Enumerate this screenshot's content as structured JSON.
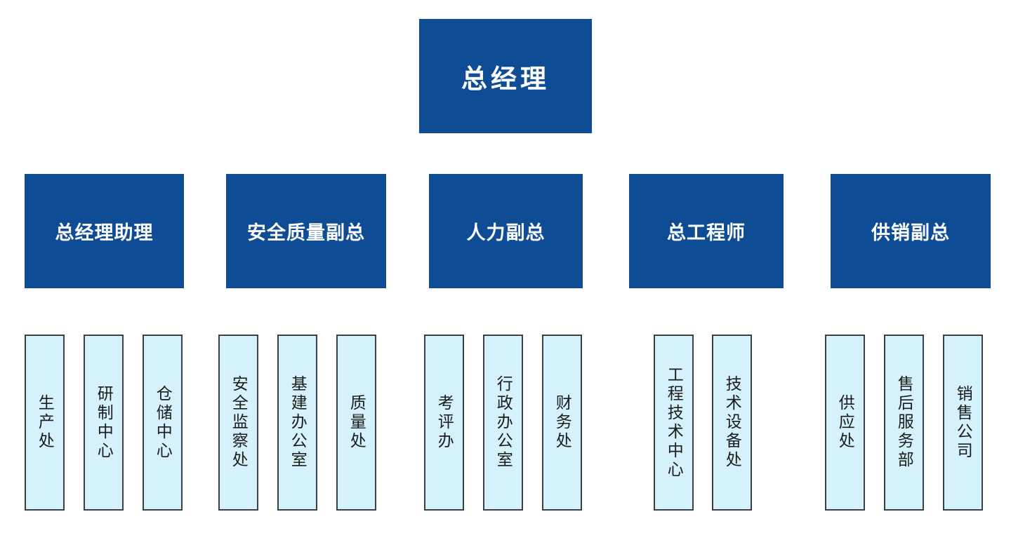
{
  "chart_title": "总经理",
  "colors": {
    "executive_fill": "#0E4C96",
    "executive_text": "#FFFFFF",
    "department_fill": "#D5F1FB",
    "department_border": "#3B4044",
    "department_text": "#1C1C1C",
    "background": "#FFFFFF"
  },
  "levels": {
    "top": {
      "label": "总经理"
    },
    "divisions": [
      {
        "label": "总经理助理"
      },
      {
        "label": "安全质量副总"
      },
      {
        "label": "人力副总"
      },
      {
        "label": "总工程师"
      },
      {
        "label": "供销副总"
      }
    ],
    "departments": [
      [
        {
          "label": "生产处"
        },
        {
          "label": "研制中心"
        },
        {
          "label": "仓储中心"
        }
      ],
      [
        {
          "label": "安全监察处"
        },
        {
          "label": "基建办公室"
        },
        {
          "label": "质量处"
        }
      ],
      [
        {
          "label": "考评办"
        },
        {
          "label": "行政办公室"
        },
        {
          "label": "财务处"
        }
      ],
      [
        {
          "label": "工程技术中心"
        },
        {
          "label": "技术设备处"
        }
      ],
      [
        {
          "label": "供应处"
        },
        {
          "label": "售后服务部"
        },
        {
          "label": "销售公司"
        }
      ]
    ]
  },
  "layout": {
    "department_columns_x": [
      [
        35,
        119,
        203
      ],
      [
        311,
        395,
        479
      ],
      [
        604,
        688,
        772
      ],
      [
        931,
        1014
      ],
      [
        1175,
        1259,
        1343
      ]
    ]
  }
}
